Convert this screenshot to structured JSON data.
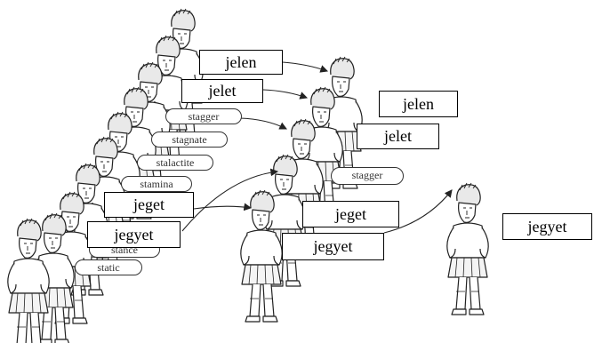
{
  "labels": {
    "left_top_1": "jelen",
    "left_top_2": "jelet",
    "left_low_1": "jeget",
    "left_low_2": "jegyet",
    "mid_1": "jelen",
    "mid_2": "jelet",
    "mid_3": "jeget",
    "mid_4": "jegyet",
    "right_1": "jegyet"
  },
  "bubbles": {
    "left": [
      "stagger",
      "stagnate",
      "stalactite",
      "stamina",
      "stance",
      "static"
    ],
    "middle": [
      "stagger"
    ]
  },
  "colors": {
    "ink": "#222222",
    "label_border": "#000000",
    "background": "#ffffff"
  }
}
